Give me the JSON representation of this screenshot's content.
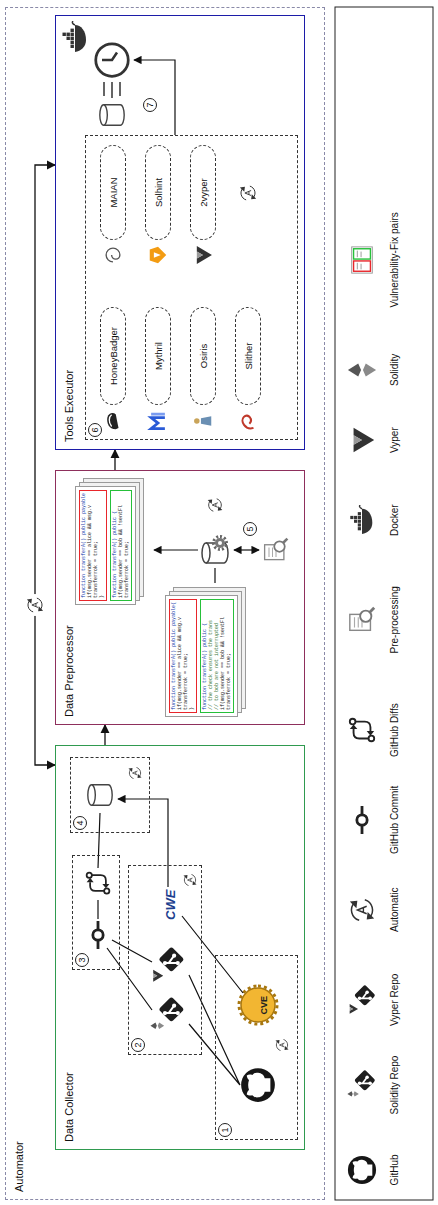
{
  "diagram": {
    "nodes": [
      {
        "text": [
          "Automator"
        ]
      },
      {
        "text": [
          "Data Collector"
        ],
        "in": 0
      },
      {
        "text": [
          "1"
        ],
        "in": 1
      },
      {
        "text": [
          "2"
        ],
        "in": 1
      },
      {
        "text": [
          "3"
        ],
        "in": 1
      },
      {
        "text": [
          "4"
        ],
        "in": 1
      },
      {
        "text": [
          "Data Preprocessor"
        ],
        "in": 0
      },
      {
        "text": [
          "Tools Executor"
        ],
        "in": 0
      },
      {
        "text": [
          "6"
        ],
        "in": 7
      },
      {
        "text": [
          "HoneyBadger"
        ],
        "in": 8
      },
      {
        "text": [
          "MAIAN"
        ],
        "in": 8
      },
      {
        "text": [
          "Mythril"
        ],
        "in": 8
      },
      {
        "text": [
          "Solhint"
        ],
        "in": 8
      },
      {
        "text": [
          "Osiris"
        ],
        "in": 8
      },
      {
        "text": [
          "2vyper"
        ],
        "in": 8
      },
      {
        "text": [
          "Slither"
        ],
        "in": 8
      }
    ],
    "edges": [
      {
        "from": 1,
        "to": 6,
        "arrow": "to"
      },
      {
        "from": 6,
        "to": 7,
        "arrow": "to"
      },
      {
        "from": 7,
        "to": 1,
        "arrow": "both"
      }
    ],
    "labels": [
      "CVE",
      "CWE",
      "5",
      "7",
      "function transferA() public payable{",
      "if(msg.sender == alice && msg.v",
      "transferrok = true;",
      "}",
      "function transferA() public {",
      "// the check ensures the trans",
      "// to bob are not interrupted",
      "if(msg.sender == bob && !sentFl",
      "transferrok = true;",
      "function transferA() public payable",
      "if(msg.sender == alice && msg.v",
      "transferrok = true;",
      "}",
      "function transferA() public {",
      "if(msg.sender == bob && !sentFl",
      "transferrok = true;"
    ],
    "legend": [
      {
        "text": "GitHub"
      },
      {
        "text": "Solidity Repo"
      },
      {
        "text": "Vyper Repo"
      },
      {
        "text": "Automatic"
      },
      {
        "text": "GitHub Commit"
      },
      {
        "text": "GitHub Diffs"
      },
      {
        "text": "Pre-processing"
      },
      {
        "text": "Docker"
      },
      {
        "text": "Vyper"
      },
      {
        "text": "Solidity"
      },
      {
        "text": "Vulnerability-Fix pairs"
      }
    ]
  }
}
